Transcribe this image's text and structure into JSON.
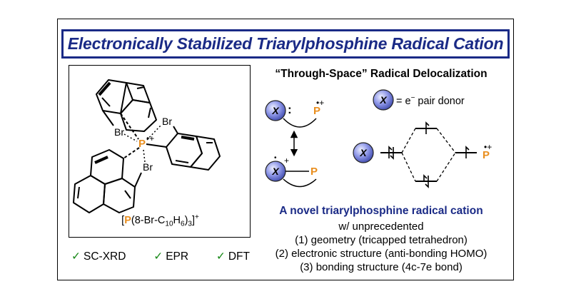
{
  "title": "Electronically Stabilized Triarylphosphine Radical Cation",
  "molecule": {
    "br_labels": [
      "Br",
      "Br",
      "Br"
    ],
    "p_label": "P",
    "charge_label": "•+",
    "formula_open": "[",
    "formula_p": "P",
    "formula_rest": "(8-Br-C",
    "formula_sub1": "10",
    "formula_h": "H",
    "formula_sub2": "6",
    "formula_close": ")",
    "formula_sub3": "3",
    "formula_end": "]",
    "formula_sup": "+"
  },
  "methods": [
    "SC-XRD",
    "EPR",
    "DFT"
  ],
  "check_mark": "✓",
  "delocalization": {
    "heading": "“Through-Space” Radical Delocalization",
    "donor_symbol": "X",
    "p_symbol": "P",
    "lone_pair_dots": ":",
    "radical_dot": "•",
    "plus": "+",
    "radical_cation": "•+",
    "legend_text": "= e",
    "legend_sup": "−",
    "legend_rest": " pair donor"
  },
  "summary": {
    "headline": "A novel triarylphosphine radical cation",
    "intro": "w/ unprecedented",
    "features": [
      "(1) geometry (tricapped tetrahedron)",
      "(2) electronic structure (anti-bonding HOMO)",
      "(3) bonding structure (4c-7e bond)"
    ]
  },
  "colors": {
    "title_blue": "#1a2a86",
    "phosphorus_orange": "#e98e1e",
    "check_green": "#1a8a1a",
    "donor_sphere": "#8e97e8"
  }
}
